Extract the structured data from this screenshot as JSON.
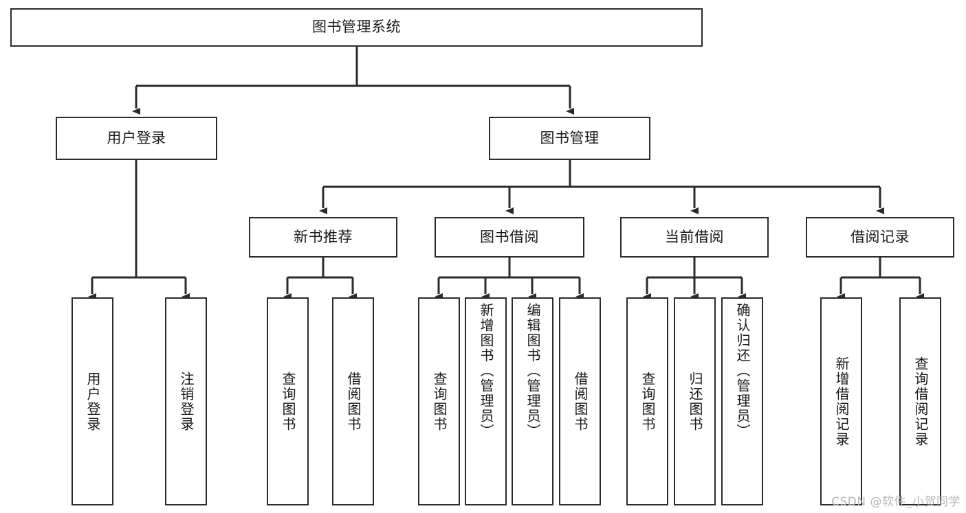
{
  "diagram": {
    "type": "tree-hierarchy-chart",
    "title": "图书管理系统",
    "colors": {
      "stroke": "#2b2b2b",
      "fill": "#ffffff",
      "text": "#1a1a1a",
      "watermark": "#b7b7b7"
    },
    "root": {
      "label": "图书管理系统"
    },
    "level2": [
      {
        "id": "user-login",
        "label": "用户登录"
      },
      {
        "id": "book-management",
        "label": "图书管理"
      }
    ],
    "level3": [
      {
        "id": "new-book-recommend",
        "label": "新书推荐"
      },
      {
        "id": "book-borrow",
        "label": "图书借阅"
      },
      {
        "id": "current-borrow",
        "label": "当前借阅"
      },
      {
        "id": "borrow-record",
        "label": "借阅记录"
      }
    ],
    "leaves": [
      {
        "id": "leaf-user-login",
        "label": "用户登录",
        "parent": "user-login"
      },
      {
        "id": "leaf-logout-login",
        "label": "注销登录",
        "parent": "user-login"
      },
      {
        "id": "leaf-query-book-1",
        "label": "查询图书",
        "parent": "new-book-recommend"
      },
      {
        "id": "leaf-borrow-book-1",
        "label": "借阅图书",
        "parent": "new-book-recommend"
      },
      {
        "id": "leaf-query-book-2",
        "label": "查询图书",
        "parent": "book-borrow"
      },
      {
        "id": "leaf-add-book",
        "label": "新增图书（管理员）",
        "parent": "book-borrow"
      },
      {
        "id": "leaf-edit-book",
        "label": "编辑图书（管理员）",
        "parent": "book-borrow"
      },
      {
        "id": "leaf-borrow-book-2",
        "label": "借阅图书",
        "parent": "book-borrow"
      },
      {
        "id": "leaf-query-book-3",
        "label": "查询图书",
        "parent": "current-borrow"
      },
      {
        "id": "leaf-return-book",
        "label": "归还图书",
        "parent": "current-borrow"
      },
      {
        "id": "leaf-confirm-return",
        "label": "确认归还（管理员）",
        "parent": "current-borrow"
      },
      {
        "id": "leaf-add-record",
        "label": "新增借阅记录",
        "parent": "borrow-record"
      },
      {
        "id": "leaf-query-record",
        "label": "查询借阅记录",
        "parent": "borrow-record"
      }
    ],
    "watermark": "CSDN @软件_小贺同学"
  }
}
